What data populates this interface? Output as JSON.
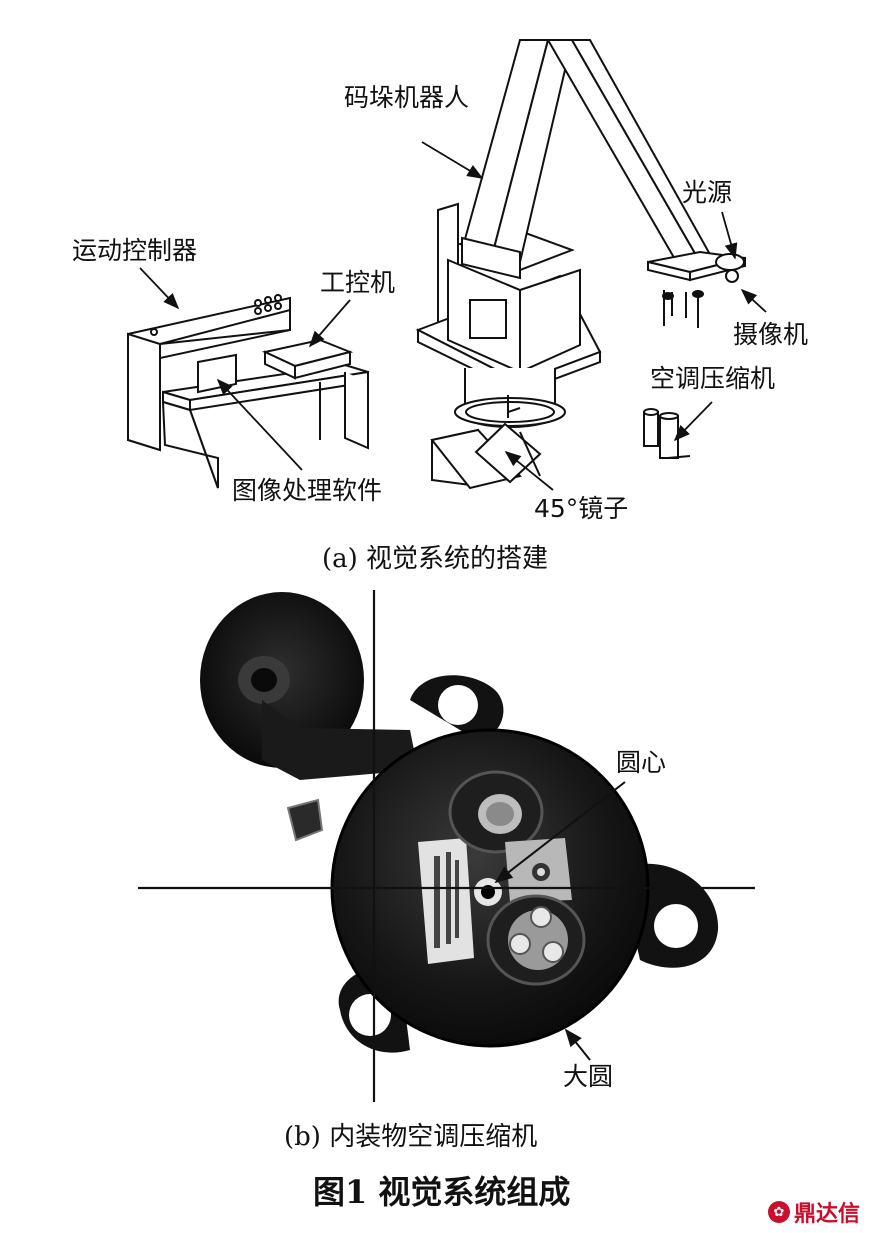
{
  "panel_a": {
    "labels": {
      "palletizing_robot": "码垛机器人",
      "motion_controller": "运动控制器",
      "industrial_pc": "工控机",
      "light_source": "光源",
      "camera": "摄像机",
      "ac_compressor": "空调压缩机",
      "image_software": "图像处理软件",
      "mirror": "45°镜子"
    },
    "caption": "(a)  视觉系统的搭建"
  },
  "panel_b": {
    "labels": {
      "circle_center": "圆心",
      "large_circle": "大圆"
    },
    "caption": "(b)  内装物空调压缩机"
  },
  "figure_title": "图1  视觉系统组成",
  "watermark": {
    "text": "鼎达信",
    "color": "#c8102e"
  }
}
